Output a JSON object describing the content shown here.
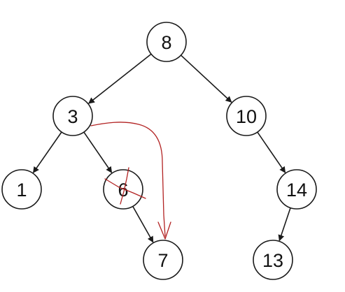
{
  "tree": {
    "nodes": [
      {
        "id": "n8",
        "label": "8"
      },
      {
        "id": "n3",
        "label": "3"
      },
      {
        "id": "n10",
        "label": "10"
      },
      {
        "id": "n1",
        "label": "1"
      },
      {
        "id": "n6",
        "label": "6"
      },
      {
        "id": "n14",
        "label": "14"
      },
      {
        "id": "n7",
        "label": "7"
      },
      {
        "id": "n13",
        "label": "13"
      }
    ],
    "edges": [
      {
        "from": "n8",
        "to": "n3"
      },
      {
        "from": "n8",
        "to": "n10"
      },
      {
        "from": "n3",
        "to": "n1"
      },
      {
        "from": "n3",
        "to": "n6"
      },
      {
        "from": "n10",
        "to": "n14"
      },
      {
        "from": "n6",
        "to": "n7"
      },
      {
        "from": "n14",
        "to": "n13"
      }
    ]
  },
  "annotation": {
    "color": "#b22222",
    "crossed_out_node": "n6",
    "redirect_from": "n3",
    "redirect_to": "n7"
  }
}
